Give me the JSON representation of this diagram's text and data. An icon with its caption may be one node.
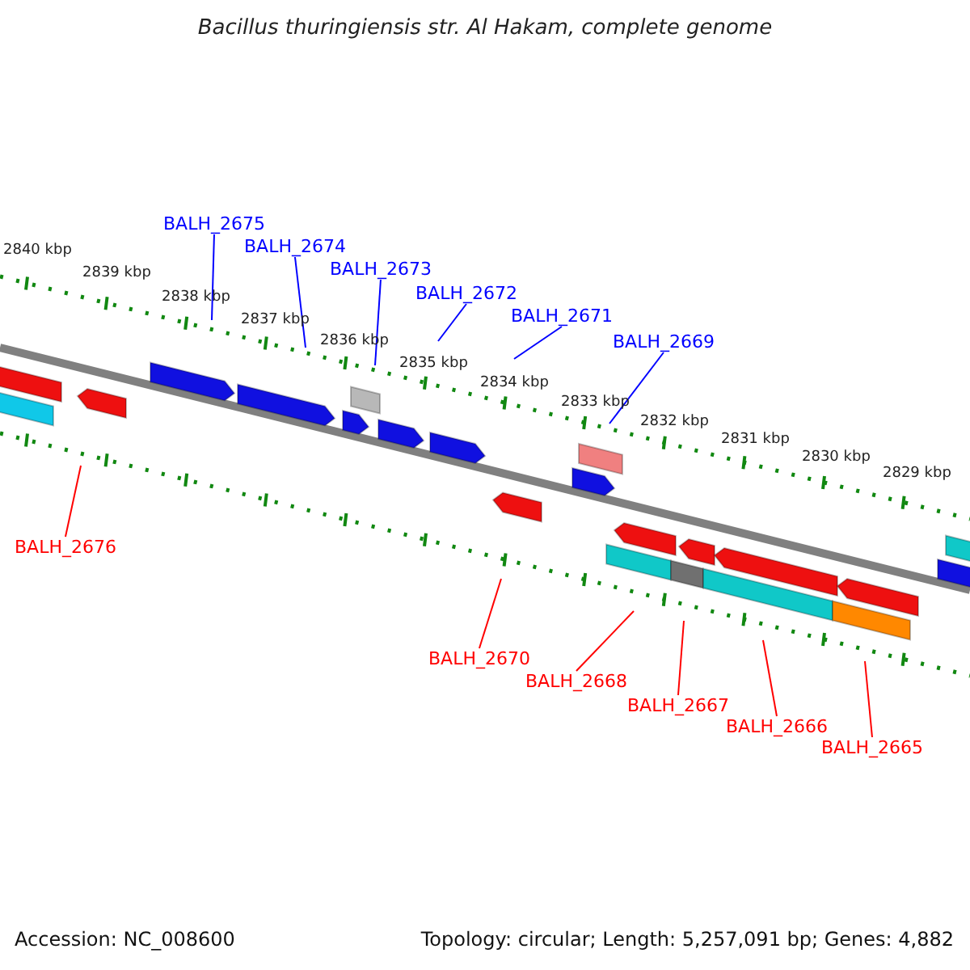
{
  "diagram": {
    "title": "Bacillus thuringiensis str. Al Hakam, complete genome",
    "nodes": [
      {
        "text": [
          "BALH_2675"
        ]
      },
      {
        "text": [
          "BALH_2674"
        ]
      },
      {
        "text": [
          "BALH_2673"
        ]
      },
      {
        "text": [
          "BALH_2672"
        ]
      },
      {
        "text": [
          "BALH_2671"
        ]
      },
      {
        "text": [
          "BALH_2669"
        ]
      },
      {
        "text": [
          "BALH_2676"
        ]
      },
      {
        "text": [
          "BALH_2670"
        ]
      },
      {
        "text": [
          "BALH_2668"
        ]
      },
      {
        "text": [
          "BALH_2667"
        ]
      },
      {
        "text": [
          "BALH_2666"
        ]
      },
      {
        "text": [
          "BALH_2665"
        ]
      }
    ],
    "edges": [
      {
        "from": 0,
        "to": null,
        "arrow": "none"
      },
      {
        "from": 1,
        "to": null,
        "arrow": "none"
      },
      {
        "from": 2,
        "to": null,
        "arrow": "none"
      },
      {
        "from": 3,
        "to": null,
        "arrow": "none"
      },
      {
        "from": 4,
        "to": null,
        "arrow": "none"
      },
      {
        "from": 5,
        "to": null,
        "arrow": "none"
      },
      {
        "from": 6,
        "to": null,
        "arrow": "none",
        "color": "#ff0000"
      },
      {
        "from": 7,
        "to": null,
        "arrow": "none",
        "color": "#ff0000"
      },
      {
        "from": 8,
        "to": null,
        "arrow": "none",
        "color": "#ff0000"
      },
      {
        "from": 9,
        "to": null,
        "arrow": "none",
        "color": "#ff0000"
      },
      {
        "from": 10,
        "to": null,
        "arrow": "none",
        "color": "#ff0000"
      },
      {
        "from": 11,
        "to": null,
        "arrow": "none",
        "color": "#ff0000"
      }
    ],
    "labels": [
      "2840 kbp",
      "2839 kbp",
      "2838 kbp",
      "2837 kbp",
      "2836 kbp",
      "2835 kbp",
      "2834 kbp",
      "2833 kbp",
      "2832 kbp",
      "2831 kbp",
      "2830 kbp",
      "2829 kbp",
      "Accession: NC_008600",
      "Topology: circular; Length: 5,257,091 bp; Genes: 4,882"
    ]
  }
}
